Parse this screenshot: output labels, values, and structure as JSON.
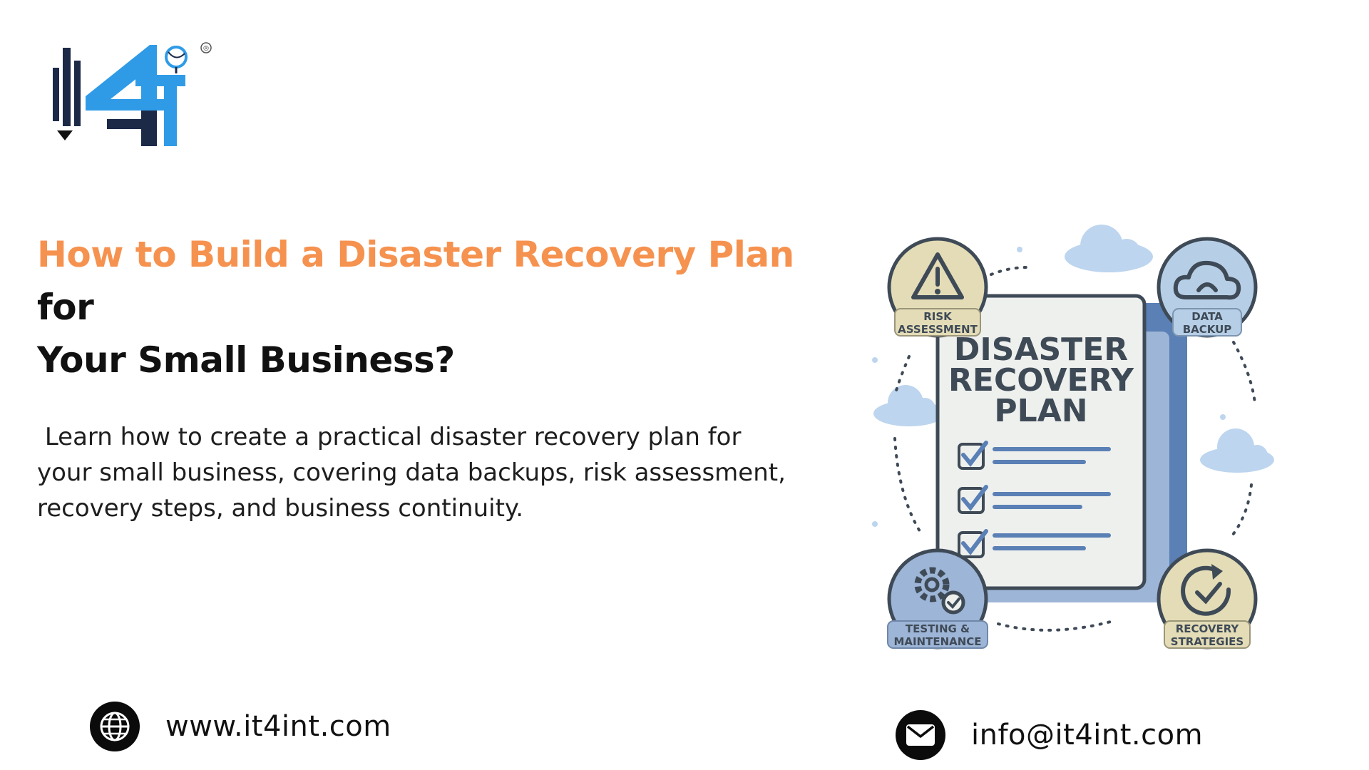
{
  "brand": {
    "registered_mark": "®"
  },
  "headline": {
    "accent": "How to Build a Disaster Recovery Plan",
    "rest_line1": " for",
    "rest_line2": "Your Small Business?"
  },
  "description": " Learn how to create a practical disaster recovery plan for\nyour small business, covering data backups, risk assessment,\nrecovery steps, and business continuity.",
  "illustration": {
    "doc_title_1": "DISASTER",
    "doc_title_2": "RECOVERY",
    "doc_title_3": "PLAN",
    "badges": {
      "risk_1": "RISK",
      "risk_2": "ASSESSMENT",
      "backup_1": "DATA",
      "backup_2": "BACKUP",
      "testing_1": "TESTING &",
      "testing_2": "MAINTENANCE",
      "recovery_1": "RECOVERY",
      "recovery_2": "STRATEGIES"
    },
    "colors": {
      "badge_tan": "#e3dcb6",
      "badge_blue": "#b6cfe6",
      "badge_blue_dark": "#9db5d6",
      "outline": "#3f4a57",
      "doc_paper": "#eef0ee",
      "doc_back": "#5a80b5",
      "cloud": "#bdd5ee"
    }
  },
  "contacts": {
    "website": "www.it4int.com",
    "email": "info@it4int.com"
  },
  "colors": {
    "accent": "#f6924f",
    "logo_dark": "#1c2a48",
    "logo_blue": "#2f9be7",
    "text": "#111111"
  }
}
